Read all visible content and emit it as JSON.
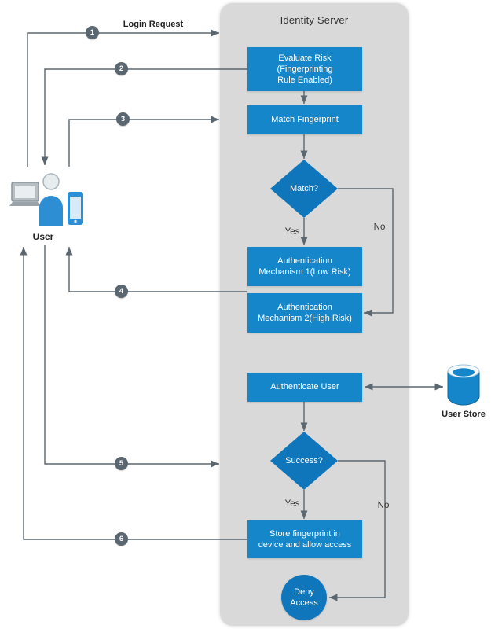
{
  "panel": {
    "title": "Identity Server"
  },
  "actors": {
    "user": {
      "label": "User"
    },
    "user_store": {
      "label": "User Store"
    }
  },
  "edge_labels": {
    "login_request": "Login Request",
    "match_yes": "Yes",
    "match_no": "No",
    "success_yes": "Yes",
    "success_no": "No"
  },
  "flow_numbers": [
    "1",
    "2",
    "3",
    "4",
    "5",
    "6"
  ],
  "nodes": {
    "evaluate_risk": {
      "lines": [
        "Evaluate Risk",
        "(Fingerprinting",
        "Rule Enabled)"
      ]
    },
    "match_fingerprint": {
      "label": "Match Fingerprint"
    },
    "match_decision": {
      "label": "Match?"
    },
    "auth_mechanism_1": {
      "lines": [
        "Authentication",
        "Mechanism 1(Low Risk)"
      ]
    },
    "auth_mechanism_2": {
      "lines": [
        "Authentication",
        "Mechanism 2(High Risk)"
      ]
    },
    "authenticate_user": {
      "label": "Authenticate User"
    },
    "success_decision": {
      "label": "Success?"
    },
    "store_fingerprint": {
      "lines": [
        "Store fingerprint in",
        "device and allow access"
      ]
    },
    "deny_access": {
      "lines": [
        "Deny",
        "Access"
      ]
    }
  },
  "colors": {
    "process_fill": "#1586ca",
    "decision_fill": "#0f76bc",
    "panel_fill": "#d9d9d9",
    "connector": "#5b6770",
    "badge_fill": "#5b6770"
  }
}
